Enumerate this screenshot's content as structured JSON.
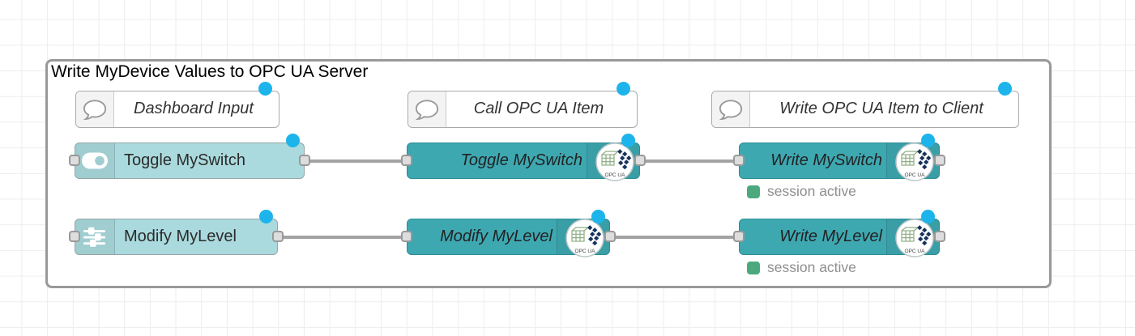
{
  "group": {
    "title": "Write MyDevice Values to OPC UA Server"
  },
  "comments": [
    {
      "label": "Dashboard Input",
      "icon": "speech-bubble-icon"
    },
    {
      "label": "Call OPC UA Item",
      "icon": "speech-bubble-icon"
    },
    {
      "label": "Write OPC UA Item to Client",
      "icon": "speech-bubble-icon"
    }
  ],
  "nodes": [
    {
      "label": "Toggle MySwitch",
      "icon": "toggle-switch-icon"
    },
    {
      "label": "Modify MyLevel",
      "icon": "sliders-icon"
    },
    {
      "label": "Toggle MySwitch",
      "icon": "opcua-logo-icon"
    },
    {
      "label": "Modify MyLevel",
      "icon": "opcua-logo-icon"
    },
    {
      "label": "Write MySwitch",
      "icon": "opcua-logo-icon",
      "status": "session active"
    },
    {
      "label": "Write MyLevel",
      "icon": "opcua-logo-icon",
      "status": "session active"
    }
  ],
  "opcua": {
    "label": "OPC UA"
  },
  "colors": {
    "node_light": "#aadadd",
    "node_dark": "#3ea8b1",
    "changed_badge": "#1db4eb",
    "status_green": "#4ca97e",
    "wire_gray": "#a3a3a3",
    "group_border": "#999999"
  }
}
